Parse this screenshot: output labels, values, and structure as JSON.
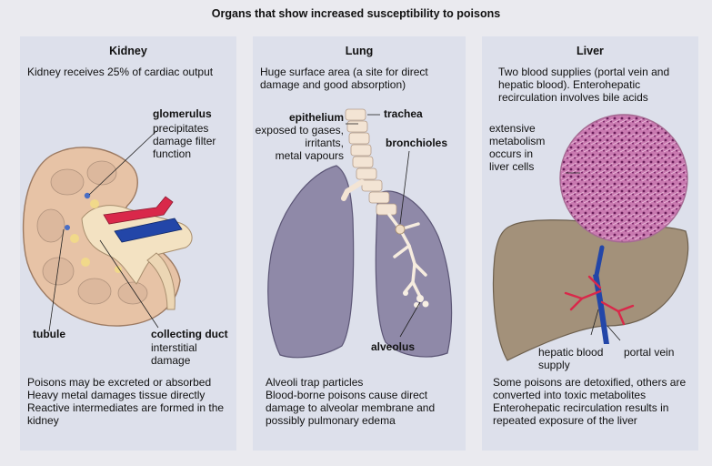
{
  "title": "Organs that show increased susceptibility to poisons",
  "kidney": {
    "heading": "Kidney",
    "intro": "Kidney receives  25% of cardiac output",
    "glomerulus_label": "glomerulus",
    "glomerulus_desc": "precipitates\ndamage filter\nfunction",
    "tubule_label": "tubule",
    "duct_label": "collecting duct",
    "duct_desc": "interstitial\ndamage",
    "notes": "Poisons may be excreted or absorbed\nHeavy metal damages tissue directly\nReactive intermediates are formed in the\nkidney"
  },
  "lung": {
    "heading": "Lung",
    "intro": "Huge surface area (a site for direct\ndamage and good absorption)",
    "epithelium_label": "epithelium",
    "epithelium_desc": "exposed to gases,\nirritants,\nmetal vapours",
    "trachea_label": "trachea",
    "bronchioles_label": "bronchioles",
    "alveolus_label": "alveolus",
    "notes": "Alveoli trap particles\nBlood-borne poisons cause direct\ndamage to alveolar membrane and\npossibly pulmonary edema"
  },
  "liver": {
    "heading": "Liver",
    "intro": "Two blood supplies (portal vein and\nhepatic blood). Enterohepatic\nrecirculation involves bile acids",
    "metabolism_label": "extensive\nmetabolism\noccurs in\nliver cells",
    "hepatic_label": "hepatic blood\nsupply",
    "portal_label": "portal vein",
    "notes": "Some poisons are detoxified, others are\nconverted into toxic metabolites\nEnterohepatic recirculation results in\nrepeated exposure of the liver"
  },
  "colors": {
    "panel_bg": "#dde0eb",
    "kidney_tissue": "#e9c7ad",
    "lung_tissue": "#8f89a8",
    "liver_tissue": "#a3917a",
    "artery": "#d9284a",
    "vein": "#2346a8",
    "histology": "#c06ba6"
  }
}
